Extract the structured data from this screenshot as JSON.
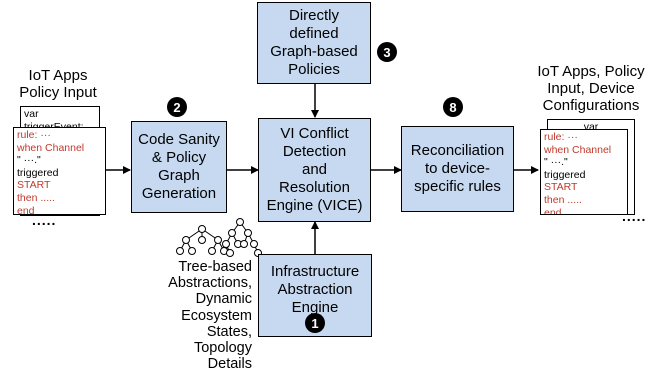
{
  "left_input": {
    "title": "IoT Apps\nPolicy Input",
    "back_doc": [
      "var",
      "triggerEvent:"
    ],
    "front_doc": [
      {
        "text": "rule: ···",
        "color": "red"
      },
      {
        "text": "when Channel",
        "color": "red"
      },
      {
        "text": "\" ···.\"",
        "color": "black"
      },
      {
        "text": "triggered",
        "color": "black"
      },
      {
        "text": "START",
        "color": "red"
      },
      {
        "text": "then .....",
        "color": "red"
      },
      {
        "text": "end",
        "color": "red"
      }
    ],
    "dots": "....."
  },
  "boxes": {
    "sanity": "Code Sanity\n& Policy\nGraph\nGeneration",
    "graph_policies": "Directly\ndefined\nGraph-based\nPolicies",
    "vice": "VI Conflict\nDetection\nand\nResolution\nEngine (VICE)",
    "reconciliation": "Reconciliation\nto device-\nspecific rules",
    "infra": "Infrastructure\nAbstraction\nEngine"
  },
  "badges": {
    "sanity": "2",
    "graph_policies": "3",
    "reconciliation": "8",
    "infra": "1"
  },
  "tree_caption": "Tree-based\nAbstractions, Dynamic\nEcosystem States,\nTopology Details",
  "right_output": {
    "title": "IoT Apps, Policy\nInput, Device\nConfigurations",
    "back_doc": [
      "var"
    ],
    "front_doc": [
      {
        "text": "rule: ···",
        "color": "red"
      },
      {
        "text": "when Channel",
        "color": "red"
      },
      {
        "text": "\" ···.\"",
        "color": "black"
      },
      {
        "text": "triggered",
        "color": "black"
      },
      {
        "text": "START",
        "color": "red"
      },
      {
        "text": "then .....",
        "color": "red"
      },
      {
        "text": "end",
        "color": "red"
      }
    ],
    "dots": "....."
  },
  "colors": {
    "box_fill": "#c6d9f1",
    "code_red": "#c0392b"
  }
}
